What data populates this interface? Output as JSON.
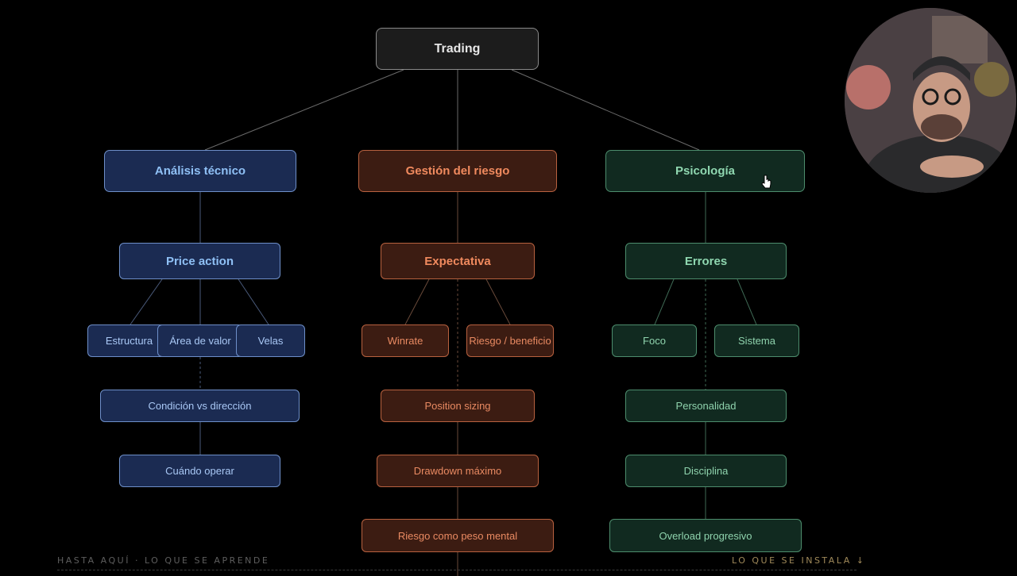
{
  "diagram": {
    "root": "Trading",
    "branches": [
      {
        "label": "Análisis técnico",
        "theme": "blue",
        "child": "Price action",
        "leaves": [
          "Estructura",
          "Área de valor",
          "Velas"
        ],
        "chain": [
          "Condición vs dirección",
          "Cuándo operar"
        ]
      },
      {
        "label": "Gestión del riesgo",
        "theme": "orange",
        "child": "Expectativa",
        "leaves": [
          "Winrate",
          "Riesgo / beneficio"
        ],
        "chain": [
          "Position sizing",
          "Drawdown máximo",
          "Riesgo como peso mental"
        ]
      },
      {
        "label": "Psicología",
        "theme": "green",
        "child": "Errores",
        "leaves": [
          "Foco",
          "Sistema"
        ],
        "chain": [
          "Personalidad",
          "Disciplina",
          "Overload progresivo"
        ]
      }
    ]
  },
  "footer": {
    "left": "HASTA AQUÍ · LO QUE SE APRENDE",
    "right": "LO QUE SE INSTALA ↓"
  },
  "colors": {
    "background": "#000000",
    "blue_accent": "#8fc0f5",
    "orange_accent": "#f08a5e",
    "green_accent": "#8fd7b0"
  },
  "icons": [
    "pointer-cursor-icon"
  ]
}
